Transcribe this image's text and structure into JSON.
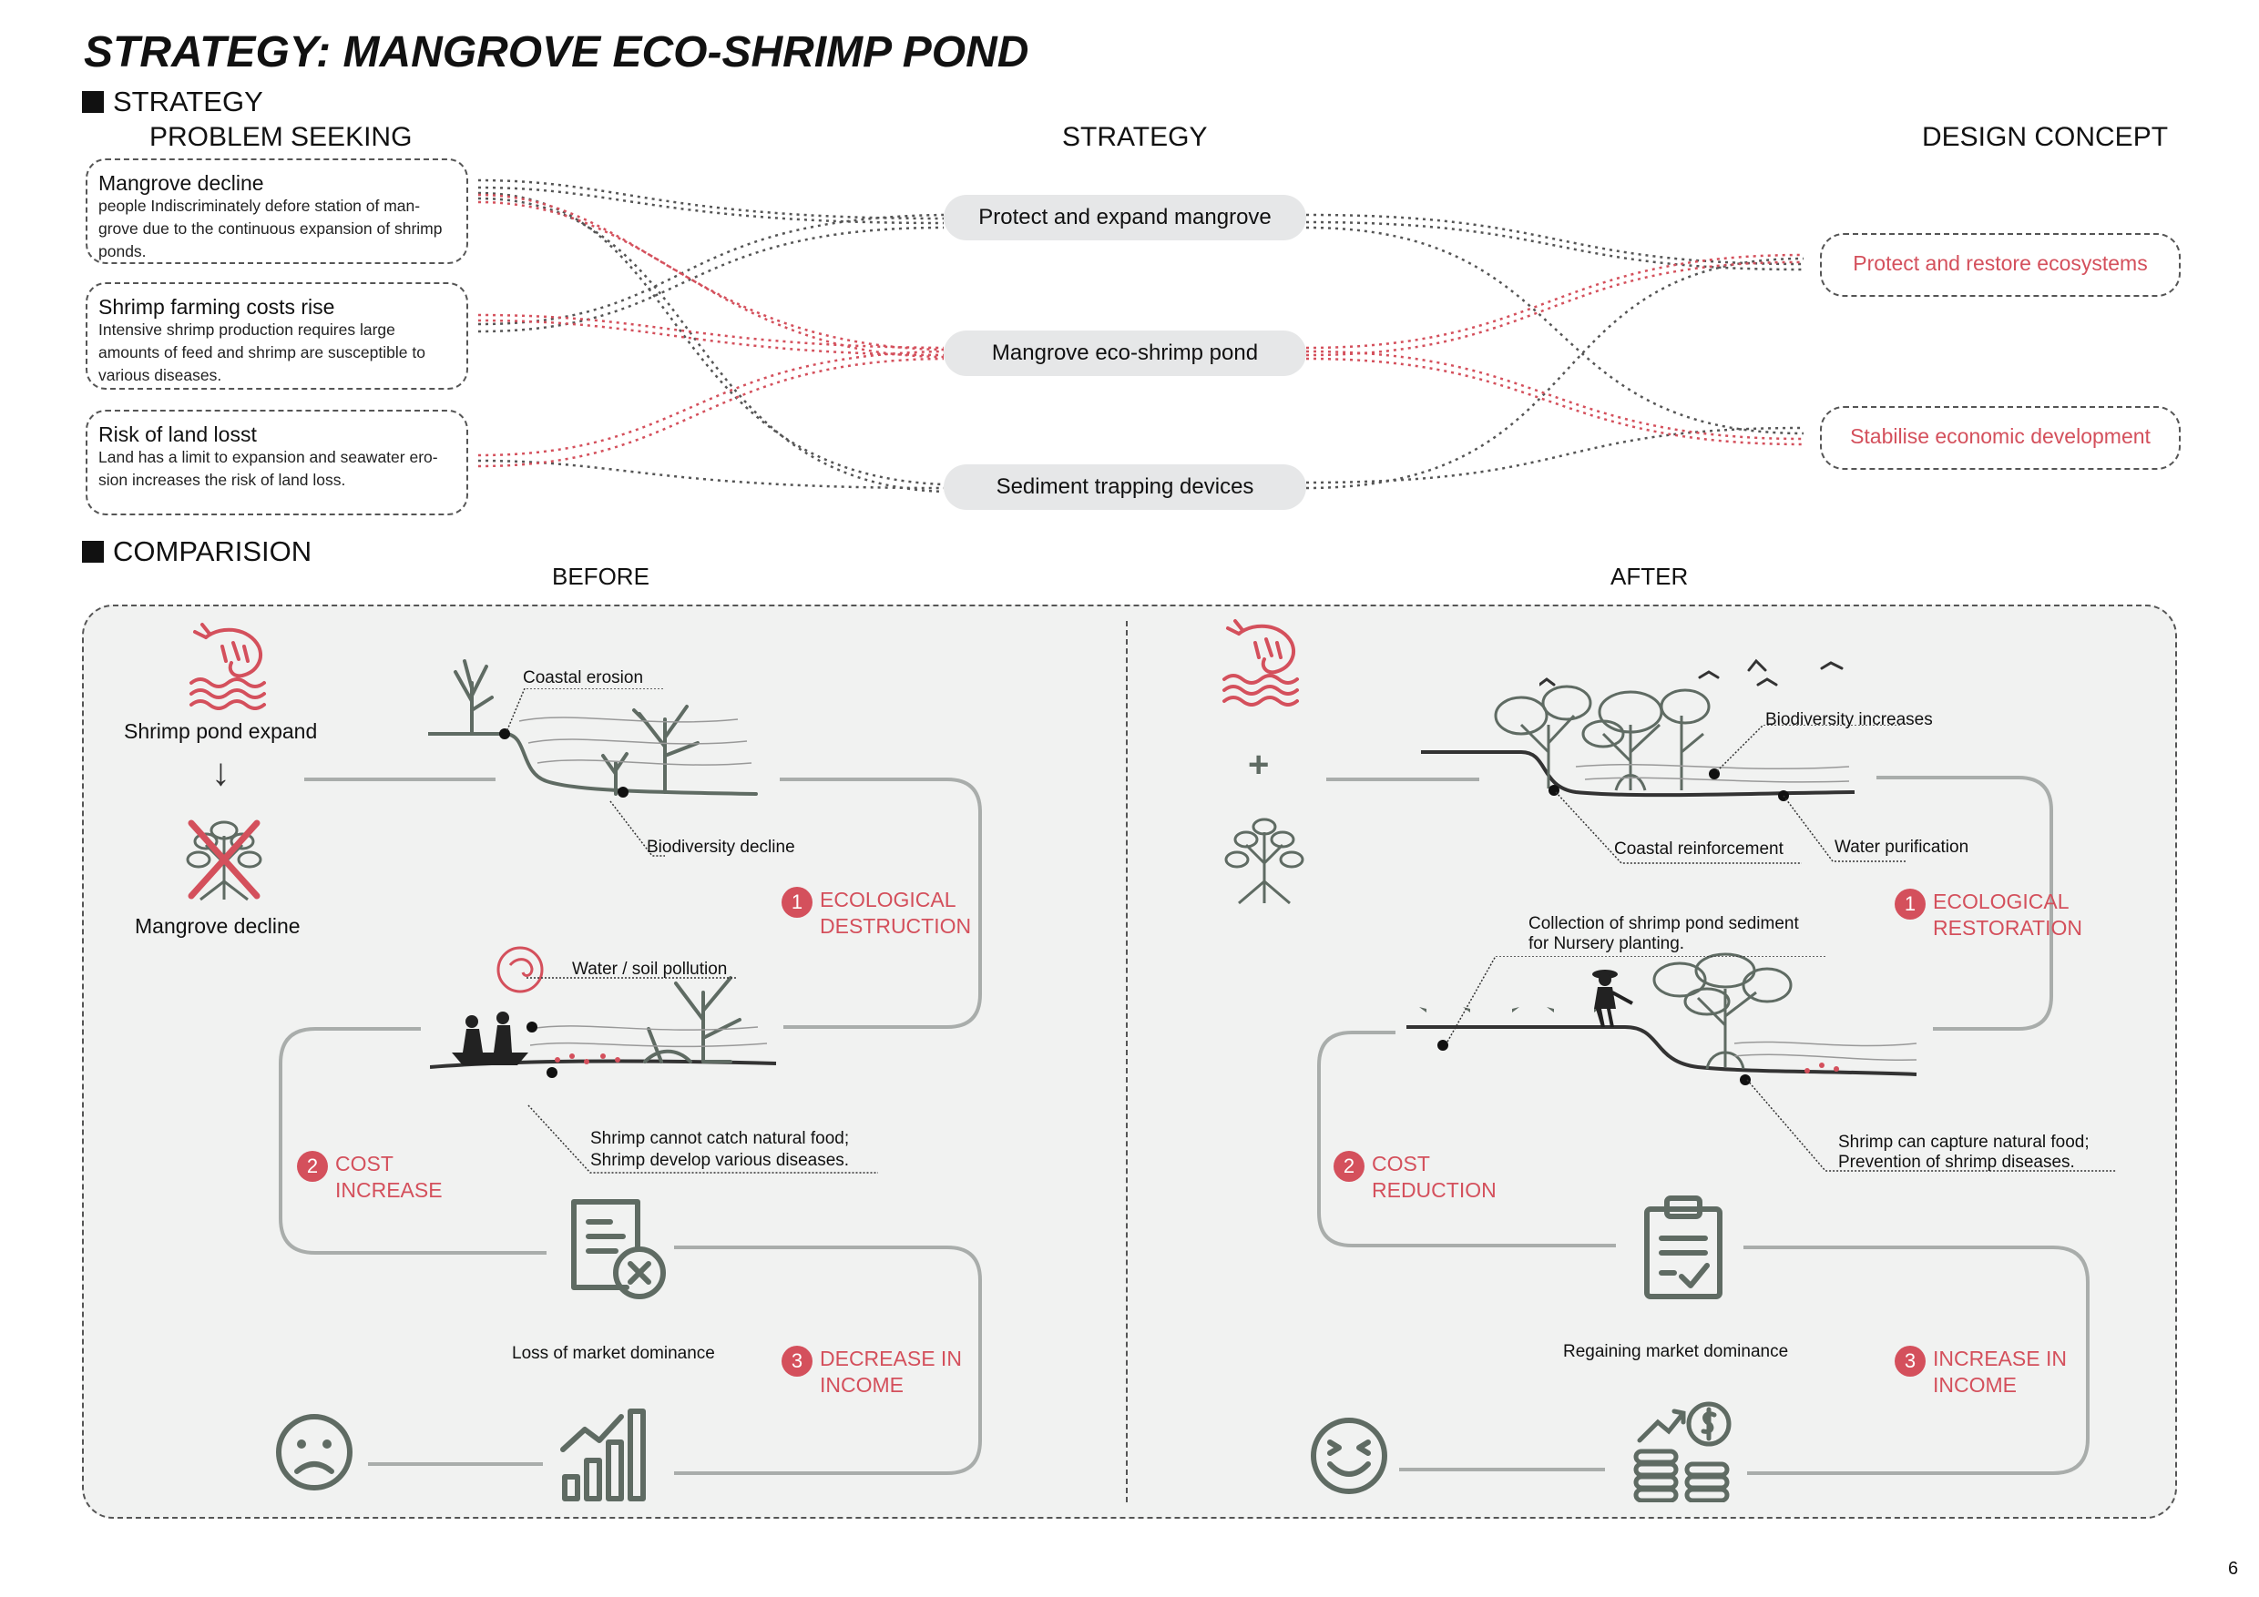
{
  "title": "STRATEGY: MANGROVE ECO-SHRIMP POND",
  "strategy_section": {
    "label": "STRATEGY",
    "col_problem": "PROBLEM SEEKING",
    "col_strategy": "STRATEGY",
    "col_concept": "DESIGN CONCEPT",
    "problems": [
      {
        "title": "Mangrove decline",
        "desc": "people Indiscriminately defore station of man-grove due to the continuous expansion of shrimp ponds."
      },
      {
        "title": "Shrimp farming costs rise",
        "desc": "Intensive shrimp production requires large amounts of feed and shrimp are susceptible to various diseases."
      },
      {
        "title": "Risk of land losst",
        "desc": "Land has a limit to expansion and seawater ero-sion increases the risk of land loss."
      }
    ],
    "strategies": [
      "Protect and expand mangrove",
      "Mangrove eco-shrimp pond",
      "Sediment trapping devices"
    ],
    "concepts": [
      "Protect and restore ecosystems",
      "Stabilise economic development"
    ]
  },
  "comparison": {
    "label": "COMPARISION",
    "before_label": "BEFORE",
    "after_label": "AFTER",
    "before": {
      "shrimp_expand": "Shrimp pond expand",
      "arrow": "↓",
      "mangrove_decline": "Mangrove decline",
      "coastal_erosion": "Coastal erosion",
      "biodiversity_decline": "Biodiversity decline",
      "pollution": "Water / soil pollution",
      "shrimp_food_1": "Shrimp cannot catch natural food;",
      "shrimp_food_2": "Shrimp develop various diseases.",
      "market": "Loss of market dominance",
      "step1_num": "1",
      "step1_a": "ECOLOGICAL",
      "step1_b": "DESTRUCTION",
      "step2_num": "2",
      "step2_a": "COST",
      "step2_b": "INCREASE",
      "step3_num": "3",
      "step3_a": "DECREASE IN",
      "step3_b": "INCOME"
    },
    "after": {
      "plus": "+",
      "biodiversity_increase": "Biodiversity increases",
      "coastal_reinforcement": "Coastal reinforcement",
      "water_purification": "Water purification",
      "collection_1": "Collection of shrimp pond sediment",
      "collection_2": "for Nursery planting.",
      "shrimp_food_1": "Shrimp can capture natural food;",
      "shrimp_food_2": "Prevention of shrimp diseases.",
      "market": "Regaining market dominance",
      "step1_num": "1",
      "step1_a": "ECOLOGICAL",
      "step1_b": "RESTORATION",
      "step2_num": "2",
      "step2_a": "COST",
      "step2_b": "REDUCTION",
      "step3_num": "3",
      "step3_a": "INCREASE IN",
      "step3_b": "INCOME"
    }
  },
  "page_number": "6",
  "colors": {
    "accent": "#d4505c",
    "icon": "#5f6b63",
    "pill": "#e6e7e8",
    "panel": "#f1f2f1"
  },
  "icons": [
    "shrimp-water-icon",
    "mangrove-crossed-icon",
    "mangrove-icon",
    "document-x-icon",
    "clipboard-check-icon",
    "bar-chart-growth-icon",
    "coins-dollar-icon",
    "sad-face-icon",
    "happy-face-icon",
    "birds-icon",
    "farmer-icon",
    "boat-people-icon"
  ]
}
